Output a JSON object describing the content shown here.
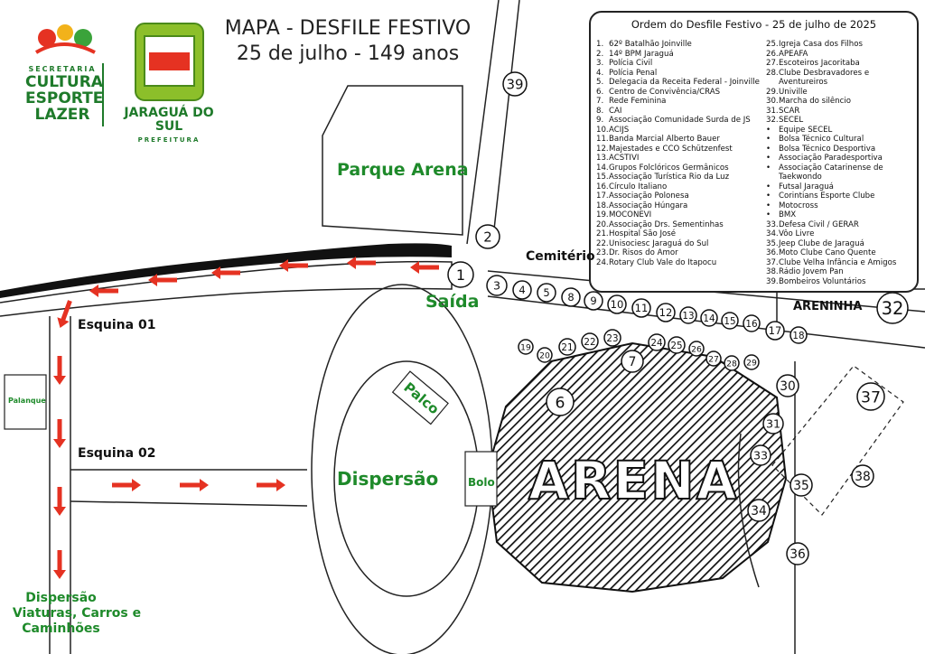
{
  "title": {
    "line1": "MAPA - DESFILE FESTIVO",
    "line2": "25 de julho - 149 anos"
  },
  "logos": {
    "secretaria": {
      "small": "SECRETARIA",
      "line1": "CULTURA",
      "line2": "ESPORTE",
      "line3": "LAZER"
    },
    "prefeitura": {
      "name": "JARAGUÁ DO SUL",
      "small": "PREFEITURA"
    }
  },
  "legend": {
    "title": "Ordem do Desfile Festivo - 25 de julho de 2025",
    "col1": [
      {
        "n": "1.",
        "t": "62º Batalhão Joinville"
      },
      {
        "n": "2.",
        "t": "14º BPM Jaraguá"
      },
      {
        "n": "3.",
        "t": "Polícia Civil"
      },
      {
        "n": "4.",
        "t": "Polícia Penal"
      },
      {
        "n": "5.",
        "t": "Delegacia da Receita Federal - Joinville"
      },
      {
        "n": "6.",
        "t": "Centro de Convivência/CRAS"
      },
      {
        "n": "7.",
        "t": "Rede Feminina"
      },
      {
        "n": "8.",
        "t": "CAI"
      },
      {
        "n": "9.",
        "t": "Associação Comunidade Surda de JS"
      },
      {
        "n": "10.",
        "t": "ACIJS"
      },
      {
        "n": "11.",
        "t": "Banda Marcial Alberto Bauer"
      },
      {
        "n": "12.",
        "t": "Majestades e CCO Schützenfest"
      },
      {
        "n": "13.",
        "t": "ACSTIVI"
      },
      {
        "n": "14.",
        "t": "Grupos Folclóricos Germânicos"
      },
      {
        "n": "15.",
        "t": "Associação Turística Rio da Luz"
      },
      {
        "n": "16.",
        "t": "Círculo Italiano"
      },
      {
        "n": "17.",
        "t": "Associação Polonesa"
      },
      {
        "n": "18.",
        "t": "Associação Húngara"
      },
      {
        "n": "19.",
        "t": "MOCONEVI"
      },
      {
        "n": "20.",
        "t": "Associação Drs. Sementinhas"
      },
      {
        "n": "21.",
        "t": "Hospital São José"
      },
      {
        "n": "22.",
        "t": "Unisociesc Jaraguá do Sul"
      },
      {
        "n": "23.",
        "t": "Dr. Risos do Amor"
      },
      {
        "n": "24.",
        "t": "Rotary Club Vale do Itapocu"
      }
    ],
    "col2": [
      {
        "n": "25.",
        "t": "Igreja Casa dos Filhos"
      },
      {
        "n": "26.",
        "t": "APEAFA"
      },
      {
        "n": "27.",
        "t": "Escoteiros Jacoritaba"
      },
      {
        "n": "28.",
        "t": "Clube Desbravadores e Aventureiros"
      },
      {
        "n": "29.",
        "t": "Univille"
      },
      {
        "n": "30.",
        "t": "Marcha do silêncio"
      },
      {
        "n": "31.",
        "t": "SCAR"
      },
      {
        "n": "32.",
        "t": "SECEL"
      },
      {
        "n": "•",
        "t": "Equipe SECEL"
      },
      {
        "n": "•",
        "t": "Bolsa Técnico Cultural"
      },
      {
        "n": "•",
        "t": "Bolsa Técnico Desportiva"
      },
      {
        "n": "•",
        "t": "Associação Paradesportiva"
      },
      {
        "n": "•",
        "t": "Associação Catarinense de Taekwondo"
      },
      {
        "n": "•",
        "t": "Futsal Jaraguá"
      },
      {
        "n": "•",
        "t": "Corintians Esporte Clube"
      },
      {
        "n": "•",
        "t": "Motocross"
      },
      {
        "n": "•",
        "t": "BMX"
      },
      {
        "n": "33.",
        "t": "Defesa Civil / GERAR"
      },
      {
        "n": "34.",
        "t": "Vôo Livre"
      },
      {
        "n": "35.",
        "t": "Jeep Clube de Jaraguá"
      },
      {
        "n": "36.",
        "t": "Moto Clube Cano Quente"
      },
      {
        "n": "37.",
        "t": "Clube Velha Infância e Amigos"
      },
      {
        "n": "38.",
        "t": "Rádio Jovem Pan"
      },
      {
        "n": "39.",
        "t": "Bombeiros Voluntários"
      }
    ]
  },
  "places": {
    "parque_arena": "Parque Arena",
    "saida": "Saída",
    "cemiterio": "Cemitério",
    "areninha": "ARENINHA",
    "esquina01": "Esquina 01",
    "esquina02": "Esquina 02",
    "palanque": "Palanque",
    "palco": "Palco",
    "dispersao": "Dispersão",
    "bolo": "Bolo",
    "arena": "ARENA",
    "dispersao_viaturas": {
      "l1": "Dispersão",
      "l2": "Viaturas, Carros e",
      "l3": "Caminhões"
    }
  },
  "markers": [
    "1",
    "2",
    "3",
    "4",
    "5",
    "6",
    "7",
    "8",
    "9",
    "10",
    "11",
    "12",
    "13",
    "14",
    "15",
    "16",
    "17",
    "18",
    "19",
    "20",
    "21",
    "22",
    "23",
    "24",
    "25",
    "26",
    "27",
    "28",
    "29",
    "30",
    "31",
    "32",
    "33",
    "34",
    "35",
    "36",
    "37",
    "38",
    "39"
  ],
  "colors": {
    "route_arrow": "#e53222",
    "label_green": "#1e8a2a",
    "road": "#222222"
  }
}
